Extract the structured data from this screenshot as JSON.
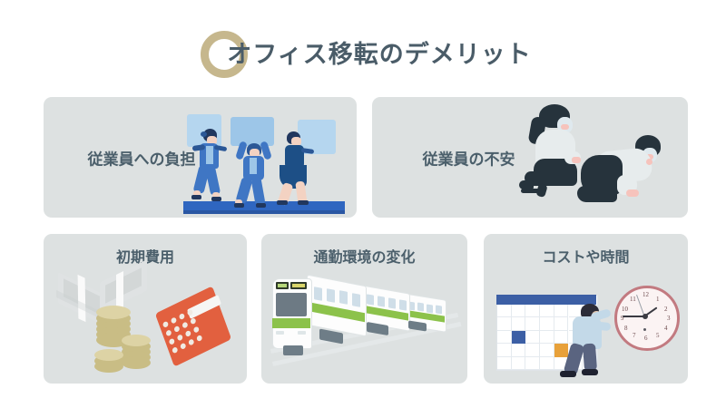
{
  "slide": {
    "background_color": "#ffffff",
    "title": "オフィス移転のデメリット",
    "title_color": "#4a5c68",
    "accent_ring_color": "#c6b78d",
    "card_background_color": "#dde1e1",
    "card_text_color": "#4b5f6b"
  },
  "cards": [
    {
      "id": "burden",
      "label": "従業員への負担",
      "illustration": "three-movers-carrying-boxes-illustration",
      "row": "top"
    },
    {
      "id": "anxiety",
      "label": "従業員の不安",
      "illustration": "two-crouching-worried-people-illustration",
      "row": "top"
    },
    {
      "id": "initial",
      "label": "初期費用",
      "illustration": "money-bills-coins-calculator-illustration",
      "row": "bottom"
    },
    {
      "id": "commute",
      "label": "通勤環境の変化",
      "illustration": "commuter-train-on-tracks-illustration",
      "row": "bottom"
    },
    {
      "id": "cost",
      "label": "コストや時間",
      "illustration": "calendar-person-clock-illustration",
      "row": "bottom"
    }
  ],
  "clock": {
    "numbers": [
      "12",
      "1",
      "2",
      "3",
      "4",
      "5",
      "6",
      "7",
      "8",
      "9",
      "10",
      "11"
    ],
    "rim_color": "#c27a80",
    "face_color": "#fbf3f3"
  },
  "calendar": {
    "header_color": "#3c5fa5",
    "highlight_blue": "#3c5fa5",
    "highlight_orange": "#e8a13a"
  },
  "train": {
    "body_color": "#fdfdfd",
    "stripe_color": "#8cc24b"
  },
  "money": {
    "coin_color": "#c9bd85",
    "calculator_color": "#e2603f"
  }
}
